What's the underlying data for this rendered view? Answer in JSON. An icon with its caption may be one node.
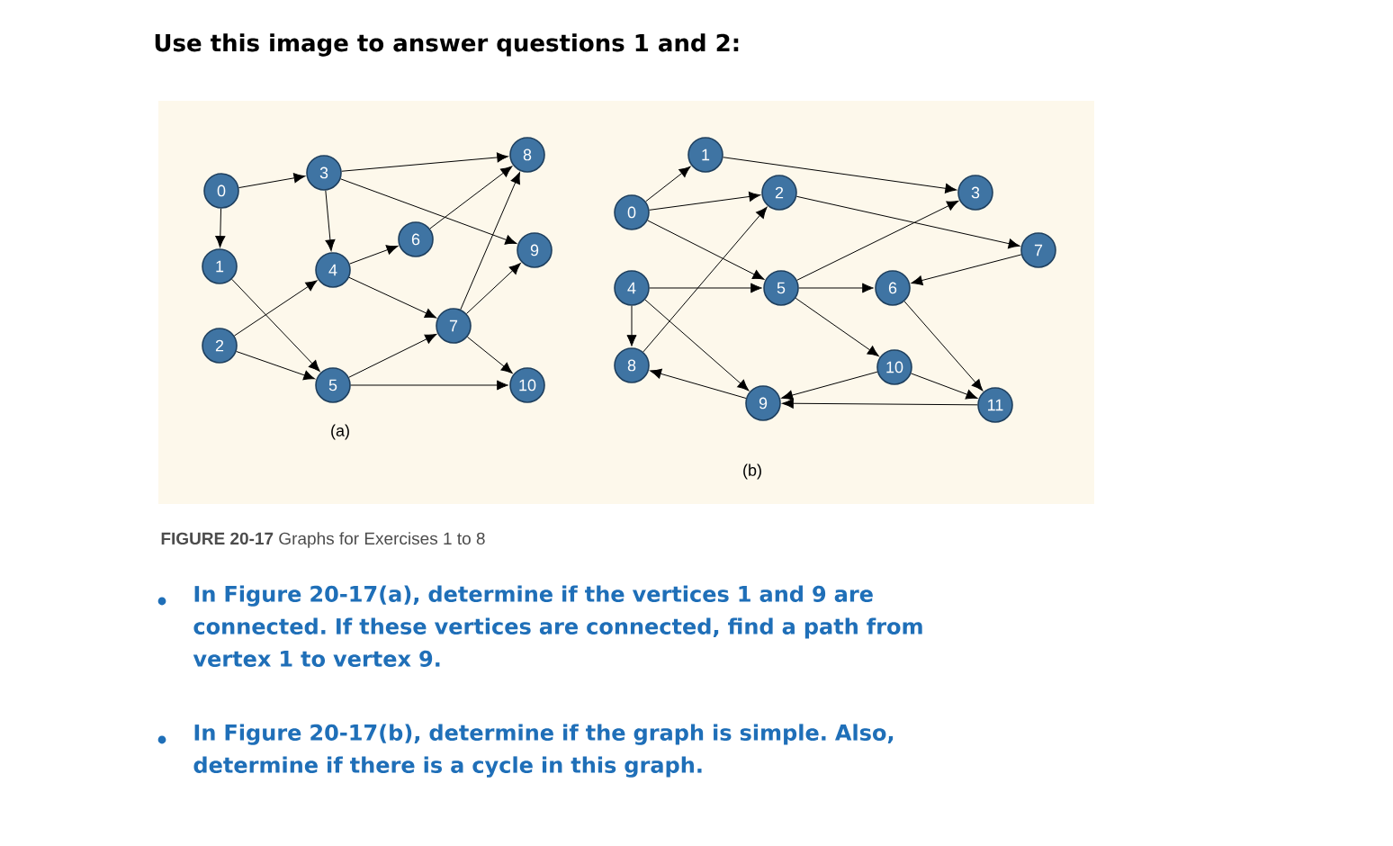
{
  "diagram": {
    "title": "Use this image to answer questions 1 and 2:",
    "caption": "**FIGURE 20-17** Graphs for Exercises 1 to 8",
    "nodes": [
      {
        "text": [
          "0"
        ]
      },
      {
        "text": [
          "1"
        ]
      },
      {
        "text": [
          "2"
        ]
      },
      {
        "text": [
          "3"
        ]
      },
      {
        "text": [
          "4"
        ]
      },
      {
        "text": [
          "5"
        ]
      },
      {
        "text": [
          "6"
        ]
      },
      {
        "text": [
          "7"
        ]
      },
      {
        "text": [
          "8"
        ]
      },
      {
        "text": [
          "9"
        ]
      },
      {
        "text": [
          "10"
        ]
      },
      {
        "text": [
          "0"
        ]
      },
      {
        "text": [
          "1"
        ]
      },
      {
        "text": [
          "2"
        ]
      },
      {
        "text": [
          "3"
        ]
      },
      {
        "text": [
          "4"
        ]
      },
      {
        "text": [
          "5"
        ]
      },
      {
        "text": [
          "6"
        ]
      },
      {
        "text": [
          "7"
        ]
      },
      {
        "text": [
          "8"
        ]
      },
      {
        "text": [
          "9"
        ]
      },
      {
        "text": [
          "10"
        ]
      },
      {
        "text": [
          "11"
        ]
      }
    ],
    "edges": [
      {
        "from": 0,
        "to": 3,
        "arrow": "to"
      },
      {
        "from": 0,
        "to": 1,
        "arrow": "to"
      },
      {
        "from": 3,
        "to": 8,
        "arrow": "to"
      },
      {
        "from": 3,
        "to": 9,
        "arrow": "to"
      },
      {
        "from": 3,
        "to": 4,
        "arrow": "to"
      },
      {
        "from": 4,
        "to": 6,
        "arrow": "to"
      },
      {
        "from": 6,
        "to": 8,
        "arrow": "to"
      },
      {
        "from": 4,
        "to": 7,
        "arrow": "to"
      },
      {
        "from": 1,
        "to": 5,
        "arrow": "to"
      },
      {
        "from": 2,
        "to": 4,
        "arrow": "to"
      },
      {
        "from": 2,
        "to": 5,
        "arrow": "to"
      },
      {
        "from": 5,
        "to": 7,
        "arrow": "to"
      },
      {
        "from": 5,
        "to": 10,
        "arrow": "to"
      },
      {
        "from": 7,
        "to": 8,
        "arrow": "to"
      },
      {
        "from": 7,
        "to": 9,
        "arrow": "to"
      },
      {
        "from": 7,
        "to": 10,
        "arrow": "to"
      },
      {
        "from": 11,
        "to": 12,
        "arrow": "to"
      },
      {
        "from": 11,
        "to": 13,
        "arrow": "to"
      },
      {
        "from": 11,
        "to": 16,
        "arrow": "to"
      },
      {
        "from": 12,
        "to": 14,
        "arrow": "to"
      },
      {
        "from": 13,
        "to": 18,
        "arrow": "to"
      },
      {
        "from": 15,
        "to": 16,
        "arrow": "to"
      },
      {
        "from": 15,
        "to": 19,
        "arrow": "to"
      },
      {
        "from": 15,
        "to": 20,
        "arrow": "to"
      },
      {
        "from": 16,
        "to": 14,
        "arrow": "to"
      },
      {
        "from": 16,
        "to": 17,
        "arrow": "to"
      },
      {
        "from": 16,
        "to": 21,
        "arrow": "to"
      },
      {
        "from": 18,
        "to": 17,
        "arrow": "to"
      },
      {
        "from": 17,
        "to": 22,
        "arrow": "to"
      },
      {
        "from": 19,
        "to": 13,
        "arrow": "to"
      },
      {
        "from": 20,
        "to": 19,
        "arrow": "to"
      },
      {
        "from": 21,
        "to": 20,
        "arrow": "to"
      },
      {
        "from": 21,
        "to": 22,
        "arrow": "to"
      },
      {
        "from": 22,
        "to": 20,
        "arrow": "to"
      }
    ],
    "labels": [
      "(a)",
      "(b)",
      "In Figure 20-17(a), determine if the vertices 1 and 9 are connected. If these vertices are connected, find a path from vertex 1 to vertex 9.",
      "In Figure 20-17(b), determine if the graph is simple. Also, determine if there is a cycle in this graph."
    ]
  }
}
